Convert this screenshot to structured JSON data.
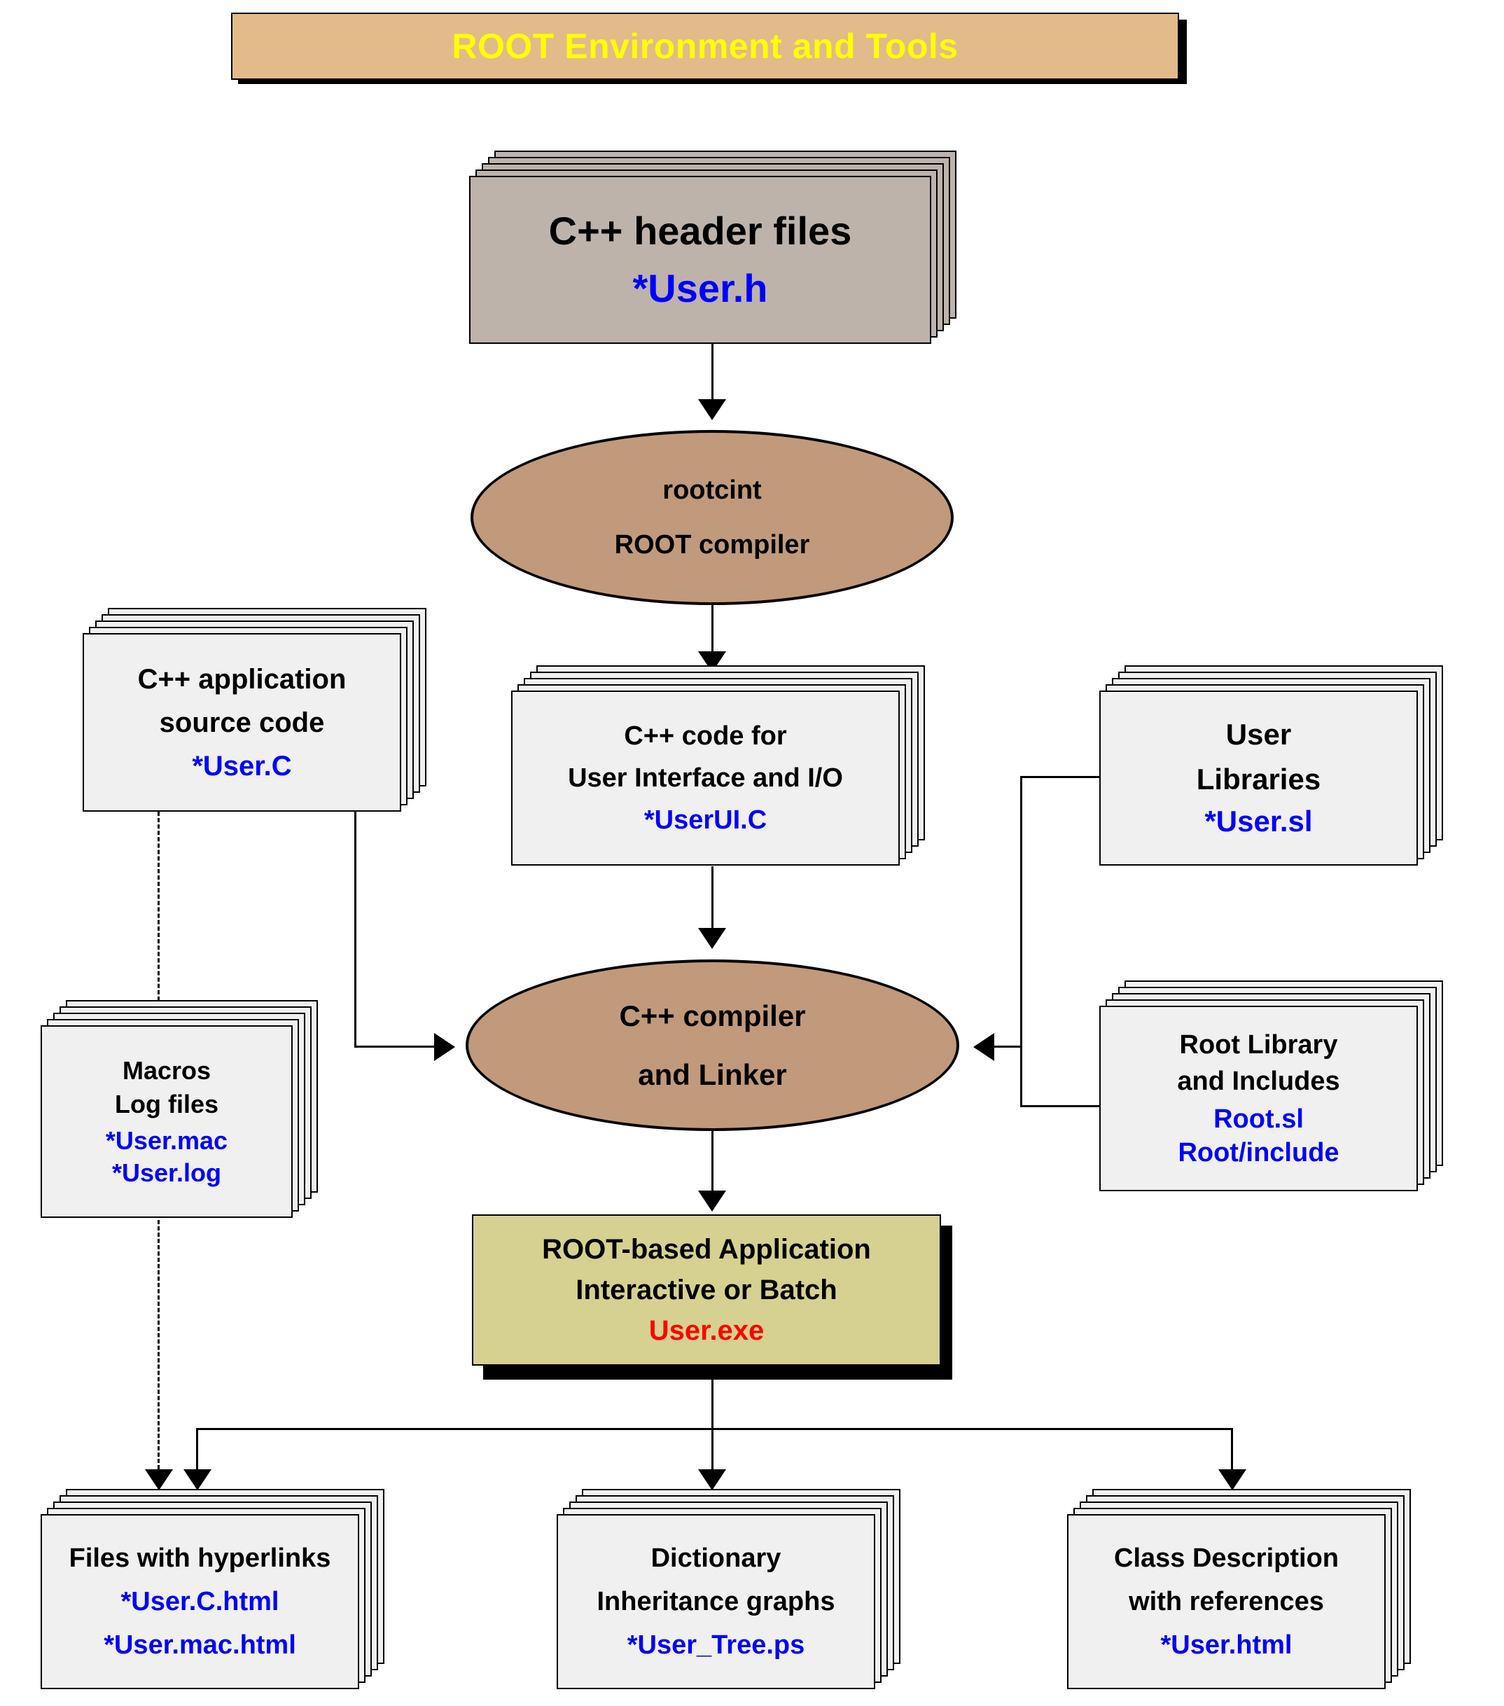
{
  "diagram": {
    "title": "ROOT Environment and Tools",
    "title_bg": "#e3ba8a",
    "title_color": "#ffff00",
    "accent_blue": "#0000ff",
    "accent_red": "#ff0000",
    "ellipse_fill": "#c19a7b",
    "card_fill": "#f0f0f0",
    "header_card_fill": "#bdb3ab",
    "app_box_fill": "#d6d190"
  },
  "nodes": {
    "header_files": {
      "line1": "C++ header files",
      "file": "*User.h"
    },
    "rootcint": {
      "line1": "rootcint",
      "line2": "ROOT compiler"
    },
    "app_source": {
      "line1": "C++ application",
      "line2": "source code",
      "file": "*User.C"
    },
    "ui_code": {
      "line1": "C++ code for",
      "line2": "User Interface and I/O",
      "file": "*UserUI.C"
    },
    "user_libs": {
      "line1": "User",
      "line2": "Libraries",
      "file": "*User.sl"
    },
    "macros": {
      "line1": "Macros",
      "line2": "Log files",
      "file1": "*User.mac",
      "file2": "*User.log"
    },
    "cpp_compiler": {
      "line1": "C++ compiler",
      "line2": "and Linker"
    },
    "root_lib": {
      "line1": "Root Library",
      "line2": "and Includes",
      "file1": "Root.sl",
      "file2": "Root/include"
    },
    "root_app": {
      "line1": "ROOT-based Application",
      "line2": "Interactive or Batch",
      "exe": "User.exe"
    },
    "hyperlinks": {
      "line1": "Files with hyperlinks",
      "file1": "*User.C.html",
      "file2": "*User.mac.html"
    },
    "dictionary": {
      "line1": "Dictionary",
      "line2": "Inheritance graphs",
      "file": "*User_Tree.ps"
    },
    "class_desc": {
      "line1": "Class Description",
      "line2": "with references",
      "file": "*User.html"
    }
  }
}
